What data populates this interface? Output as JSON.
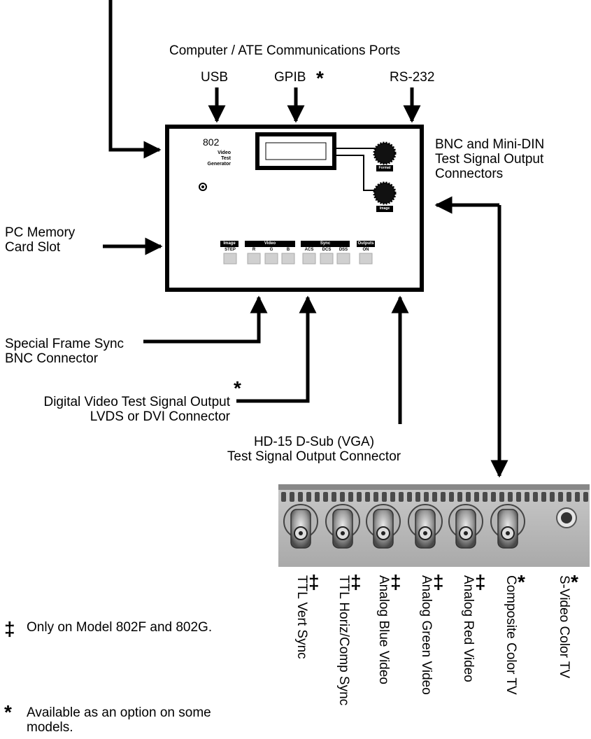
{
  "ports_title": "Computer / ATE Communications Ports",
  "ports": [
    "USB",
    "GPIB",
    "RS-232"
  ],
  "device": {
    "model": "802",
    "name_lines": [
      "Video",
      "Test",
      "Generator"
    ],
    "knob_format": "Format",
    "knob_image": "Image",
    "groups": [
      "Image",
      "Video",
      "Sync",
      "Outputs"
    ],
    "buttons": [
      "STEP",
      "R",
      "G",
      "B",
      "ACS",
      "DCS",
      "DSS",
      "ON"
    ]
  },
  "labels": {
    "bnc_mini_din": [
      "BNC and Mini-DIN",
      "Test Signal Output",
      "Connectors"
    ],
    "pc_memory": [
      "PC Memory",
      "Card Slot"
    ],
    "frame_sync": [
      "Special Frame Sync",
      "BNC Connector"
    ],
    "digital_video": [
      "Digital Video Test Signal Output",
      "LVDS or DVI Connector"
    ],
    "vga": [
      "HD-15 D-Sub (VGA)",
      "Test Signal Output Connector"
    ]
  },
  "connectors": [
    "TTL Vert Sync",
    "TTL Horiz/Comp Sync",
    "Analog Blue Video",
    "Analog Green Video",
    "Analog Red Video",
    "Composite Color TV",
    "S-Video Color TV"
  ],
  "connector_marks": [
    "‡",
    "‡",
    "‡",
    "‡",
    "‡",
    "*",
    "*"
  ],
  "gpib_mark": "*",
  "digital_mark": "*",
  "legend": [
    {
      "mark": "‡",
      "text": "Only on Model 802F and 802G."
    },
    {
      "mark": "*",
      "text": "Available as an option on some models."
    }
  ]
}
